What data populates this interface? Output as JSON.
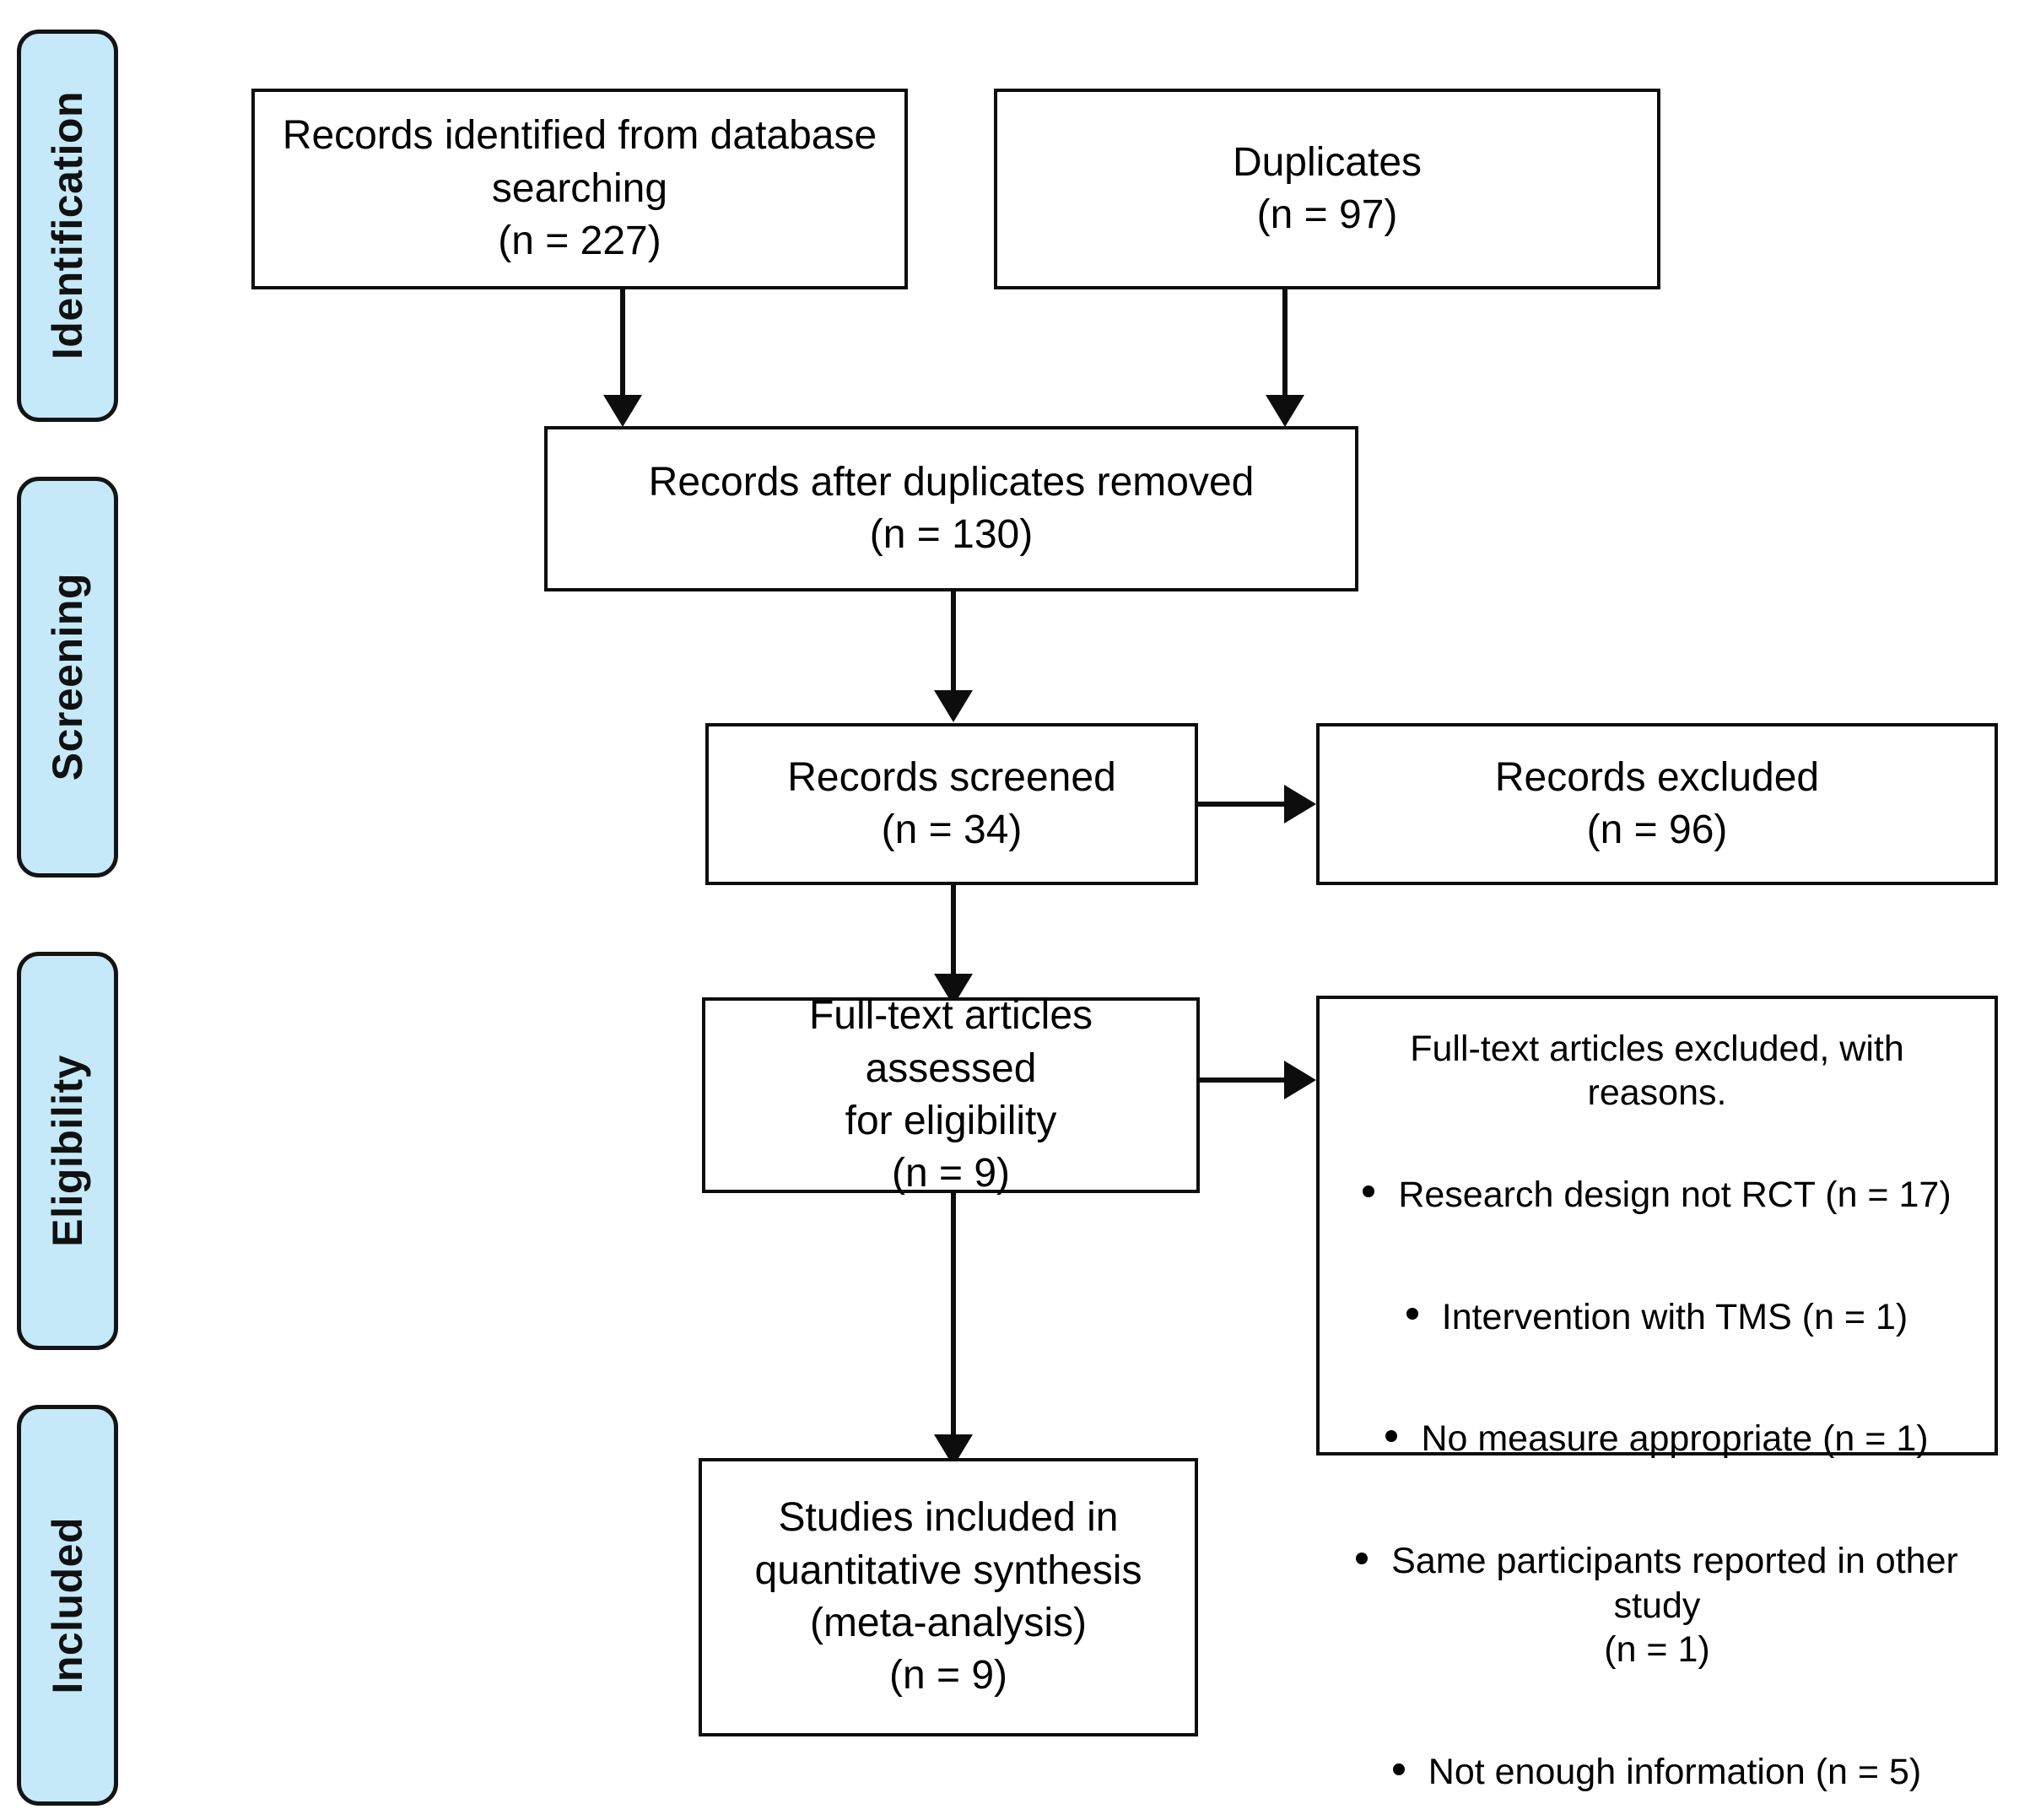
{
  "diagram": {
    "title": "PRISMA flow diagram",
    "accent_color": "#c5e9f9",
    "line_color": "#0d0d0d",
    "box_fill": "#ffffff"
  },
  "phases": [
    {
      "label": "Identification"
    },
    {
      "label": "Screening"
    },
    {
      "label": "Eligibility"
    },
    {
      "label": "Included"
    }
  ],
  "boxes": {
    "records_identified": {
      "text": "Records identified from database\nsearching\n(n = 227)",
      "count": 227
    },
    "duplicates": {
      "text": "Duplicates\n(n = 97)",
      "count": 97
    },
    "after_duplicates": {
      "text": "Records after duplicates removed\n(n = 130)",
      "count": 130
    },
    "records_screened": {
      "text": "Records screened\n(n = 34)",
      "count": 34
    },
    "records_excluded": {
      "text": "Records excluded\n(n = 96)",
      "count": 96
    },
    "fulltext_assessed": {
      "text": "Full-text articles assessed\nfor eligibility\n(n = 9)",
      "count": 9
    },
    "studies_included": {
      "text": "Studies included in\nquantitative synthesis\n(meta-analysis)\n(n = 9)",
      "count": 9
    }
  },
  "exclusions": {
    "title": "Full-text articles excluded, with reasons.",
    "items": [
      {
        "text": "Research design not RCT (n = 17)",
        "count": 17
      },
      {
        "text": "Intervention with TMS (n = 1)",
        "count": 1
      },
      {
        "text": "No measure appropriate (n = 1)",
        "count": 1
      },
      {
        "text": "Same participants reported in other study\n(n = 1)",
        "count": 1
      },
      {
        "text": "Not enough information (n = 5)",
        "count": 5
      }
    ]
  }
}
